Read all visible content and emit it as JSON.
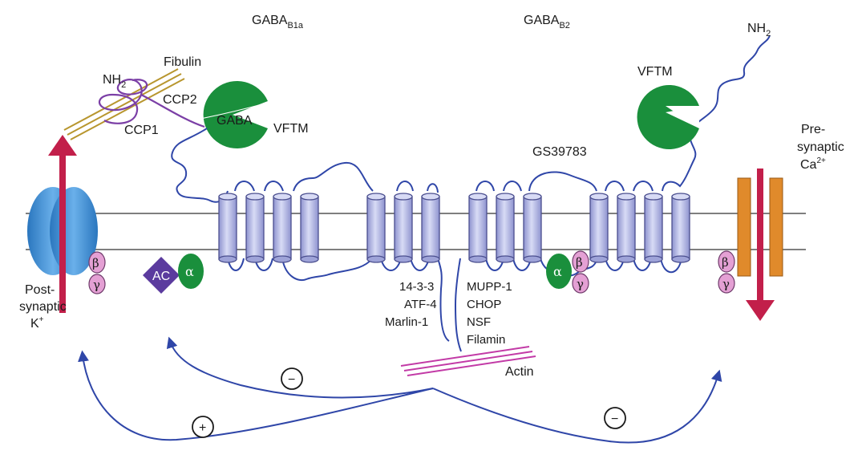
{
  "receptor_titles": {
    "b1a": {
      "base": "GABA",
      "sub": "B1a"
    },
    "b2": {
      "base": "GABA",
      "sub": "B2"
    }
  },
  "labels": {
    "fibulin": "Fibulin",
    "nh2_left": {
      "base": "NH",
      "sub": "2"
    },
    "nh2_right": {
      "base": "NH",
      "sub": "2"
    },
    "ccp2": "CCP2",
    "ccp1": "CCP1",
    "gaba": "GABA",
    "vftm_left": "VFTM",
    "vftm_right": "VFTM",
    "gs39783": "GS39783",
    "presynaptic_line1": "Pre-",
    "presynaptic_line2": "synaptic",
    "presynaptic_ca": {
      "base": "Ca",
      "sup": "2+"
    },
    "postsynaptic_line1": "Post-",
    "postsynaptic_line2": "synaptic",
    "postsynaptic_k": {
      "base": "K",
      "sup": "+"
    },
    "ac": "AC",
    "actin": "Actin"
  },
  "interactors_b1a": [
    "14-3-3",
    "ATF-4",
    "Marlin-1"
  ],
  "interactors_b2": [
    "MUPP-1",
    "CHOP",
    "NSF",
    "Filamin"
  ],
  "greek": {
    "alpha": "α",
    "beta": "β",
    "gamma": "γ"
  },
  "signs": {
    "plus": "+",
    "minus": "−"
  },
  "colors": {
    "helix_fill": "#b9bde6",
    "helix_stroke": "#4b4f8f",
    "loop": "#2f46a8",
    "vftm_green": "#1a8f3c",
    "k_channel_blue": "#3d8fd6",
    "ca_channel_orange": "#e08a2b",
    "arrow_red": "#c21f4a",
    "beta_gamma_pink": "#e4a0d4",
    "ac_purple": "#5b3b9e",
    "alpha_green": "#1a8f3c",
    "fibulin_gold": "#b8962e",
    "actin_magenta": "#c23aa6",
    "ccp_purple": "#7b3fa6"
  }
}
